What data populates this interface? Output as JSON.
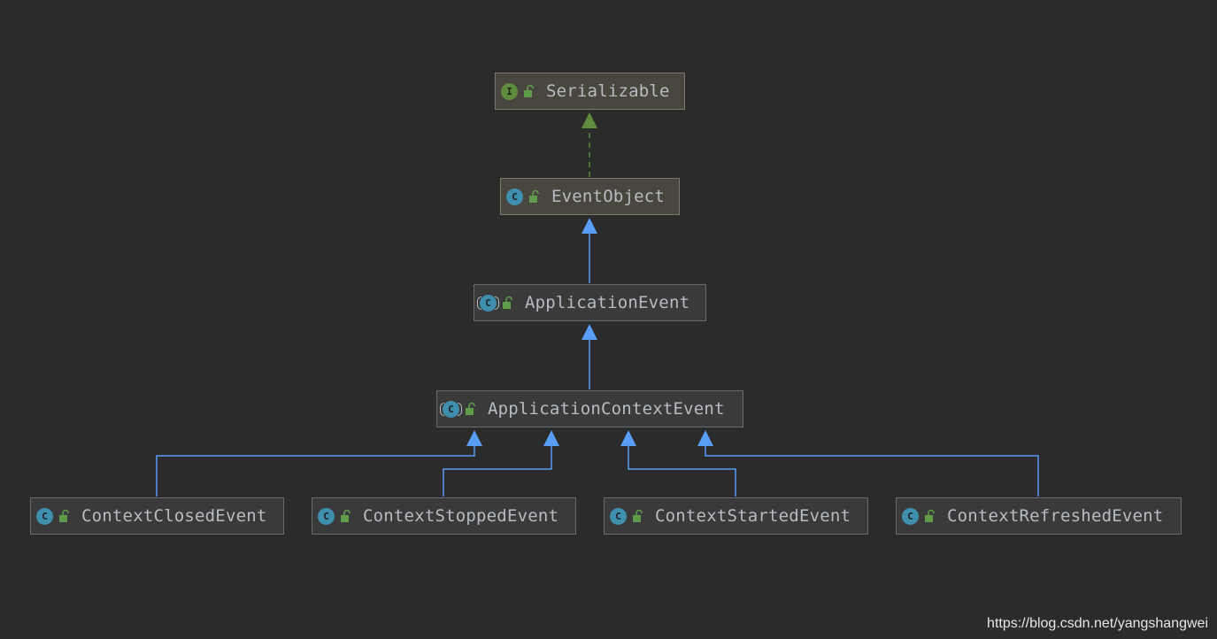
{
  "nodes": [
    {
      "id": "serializable",
      "label": "Serializable",
      "kind": "interface",
      "kind_letter": "I",
      "icon": "interface-icon",
      "highlight": true
    },
    {
      "id": "eventobject",
      "label": "EventObject",
      "kind": "class",
      "kind_letter": "C",
      "icon": "class-icon",
      "highlight": true
    },
    {
      "id": "applicationevent",
      "label": "ApplicationEvent",
      "kind": "abstract",
      "kind_letter": "C",
      "icon": "abstract-class-icon",
      "highlight": false
    },
    {
      "id": "applicationcontextevent",
      "label": "ApplicationContextEvent",
      "kind": "abstract",
      "kind_letter": "C",
      "icon": "abstract-class-icon",
      "highlight": false
    },
    {
      "id": "contextclosedevent",
      "label": "ContextClosedEvent",
      "kind": "class",
      "kind_letter": "C",
      "icon": "class-icon",
      "highlight": false
    },
    {
      "id": "contextstoppedevent",
      "label": "ContextStoppedEvent",
      "kind": "class",
      "kind_letter": "C",
      "icon": "class-icon",
      "highlight": false
    },
    {
      "id": "contextstartedevent",
      "label": "ContextStartedEvent",
      "kind": "class",
      "kind_letter": "C",
      "icon": "class-icon",
      "highlight": false
    },
    {
      "id": "contextrefreshedevent",
      "label": "ContextRefreshedEvent",
      "kind": "class",
      "kind_letter": "C",
      "icon": "class-icon",
      "highlight": false
    }
  ],
  "edges": [
    {
      "from": "EventObject",
      "to": "Serializable",
      "type": "implements",
      "style": "dashed",
      "color": "#5e8c3d"
    },
    {
      "from": "ApplicationEvent",
      "to": "EventObject",
      "type": "extends",
      "style": "solid",
      "color": "#589df6"
    },
    {
      "from": "ApplicationContextEvent",
      "to": "ApplicationEvent",
      "type": "extends",
      "style": "solid",
      "color": "#589df6"
    },
    {
      "from": "ContextClosedEvent",
      "to": "ApplicationContextEvent",
      "type": "extends",
      "style": "solid",
      "color": "#589df6"
    },
    {
      "from": "ContextStoppedEvent",
      "to": "ApplicationContextEvent",
      "type": "extends",
      "style": "solid",
      "color": "#589df6"
    },
    {
      "from": "ContextStartedEvent",
      "to": "ApplicationContextEvent",
      "type": "extends",
      "style": "solid",
      "color": "#589df6"
    },
    {
      "from": "ContextRefreshedEvent",
      "to": "ApplicationContextEvent",
      "type": "extends",
      "style": "solid",
      "color": "#589df6"
    }
  ],
  "colors": {
    "background": "#2b2b2b",
    "extends_line": "#589df6",
    "implements_line": "#5e8c3d",
    "node_text": "#b7bcc2",
    "lock_icon": "#5e9c4a"
  },
  "watermark": "https://blog.csdn.net/yangshangwei"
}
